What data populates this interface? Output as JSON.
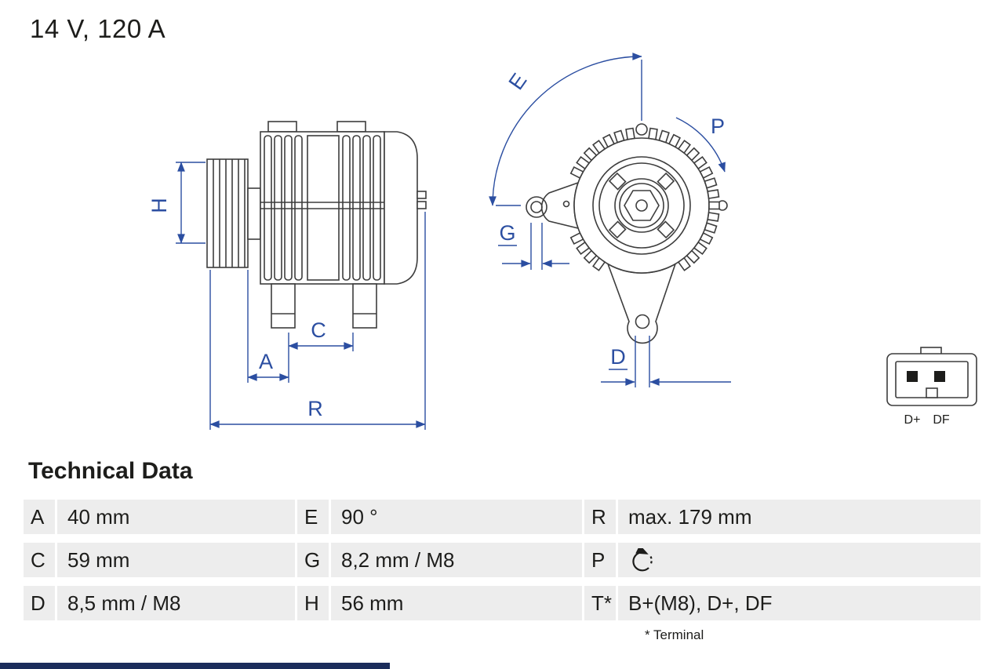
{
  "title": "14 V, 120 A",
  "diagram": {
    "labels": {
      "H": "H",
      "A": "A",
      "C": "C",
      "R": "R",
      "E": "E",
      "G": "G",
      "P": "P",
      "D": "D"
    },
    "connector_labels": {
      "left": "D+",
      "right": "DF"
    },
    "colors": {
      "dimension_blue": "#2B4EA1",
      "drawing_gray": "#3D3D3D",
      "footer_bar": "#1B2D5B"
    }
  },
  "table": {
    "heading": "Technical Data",
    "footnote": "* Terminal",
    "rows": [
      {
        "cells": [
          {
            "key": "A",
            "value": "40 mm"
          },
          {
            "key": "E",
            "value": "90 °"
          },
          {
            "key": "R",
            "value": "max. 179 mm"
          }
        ]
      },
      {
        "cells": [
          {
            "key": "C",
            "value": "59 mm"
          },
          {
            "key": "G",
            "value": "8,2 mm / M8"
          },
          {
            "key": "P",
            "value": "",
            "icon": "rotation-direction-icon"
          }
        ]
      },
      {
        "cells": [
          {
            "key": "D",
            "value": "8,5 mm / M8"
          },
          {
            "key": "H",
            "value": "56 mm"
          },
          {
            "key": "T*",
            "value": "B+(M8), D+, DF"
          }
        ]
      }
    ]
  }
}
